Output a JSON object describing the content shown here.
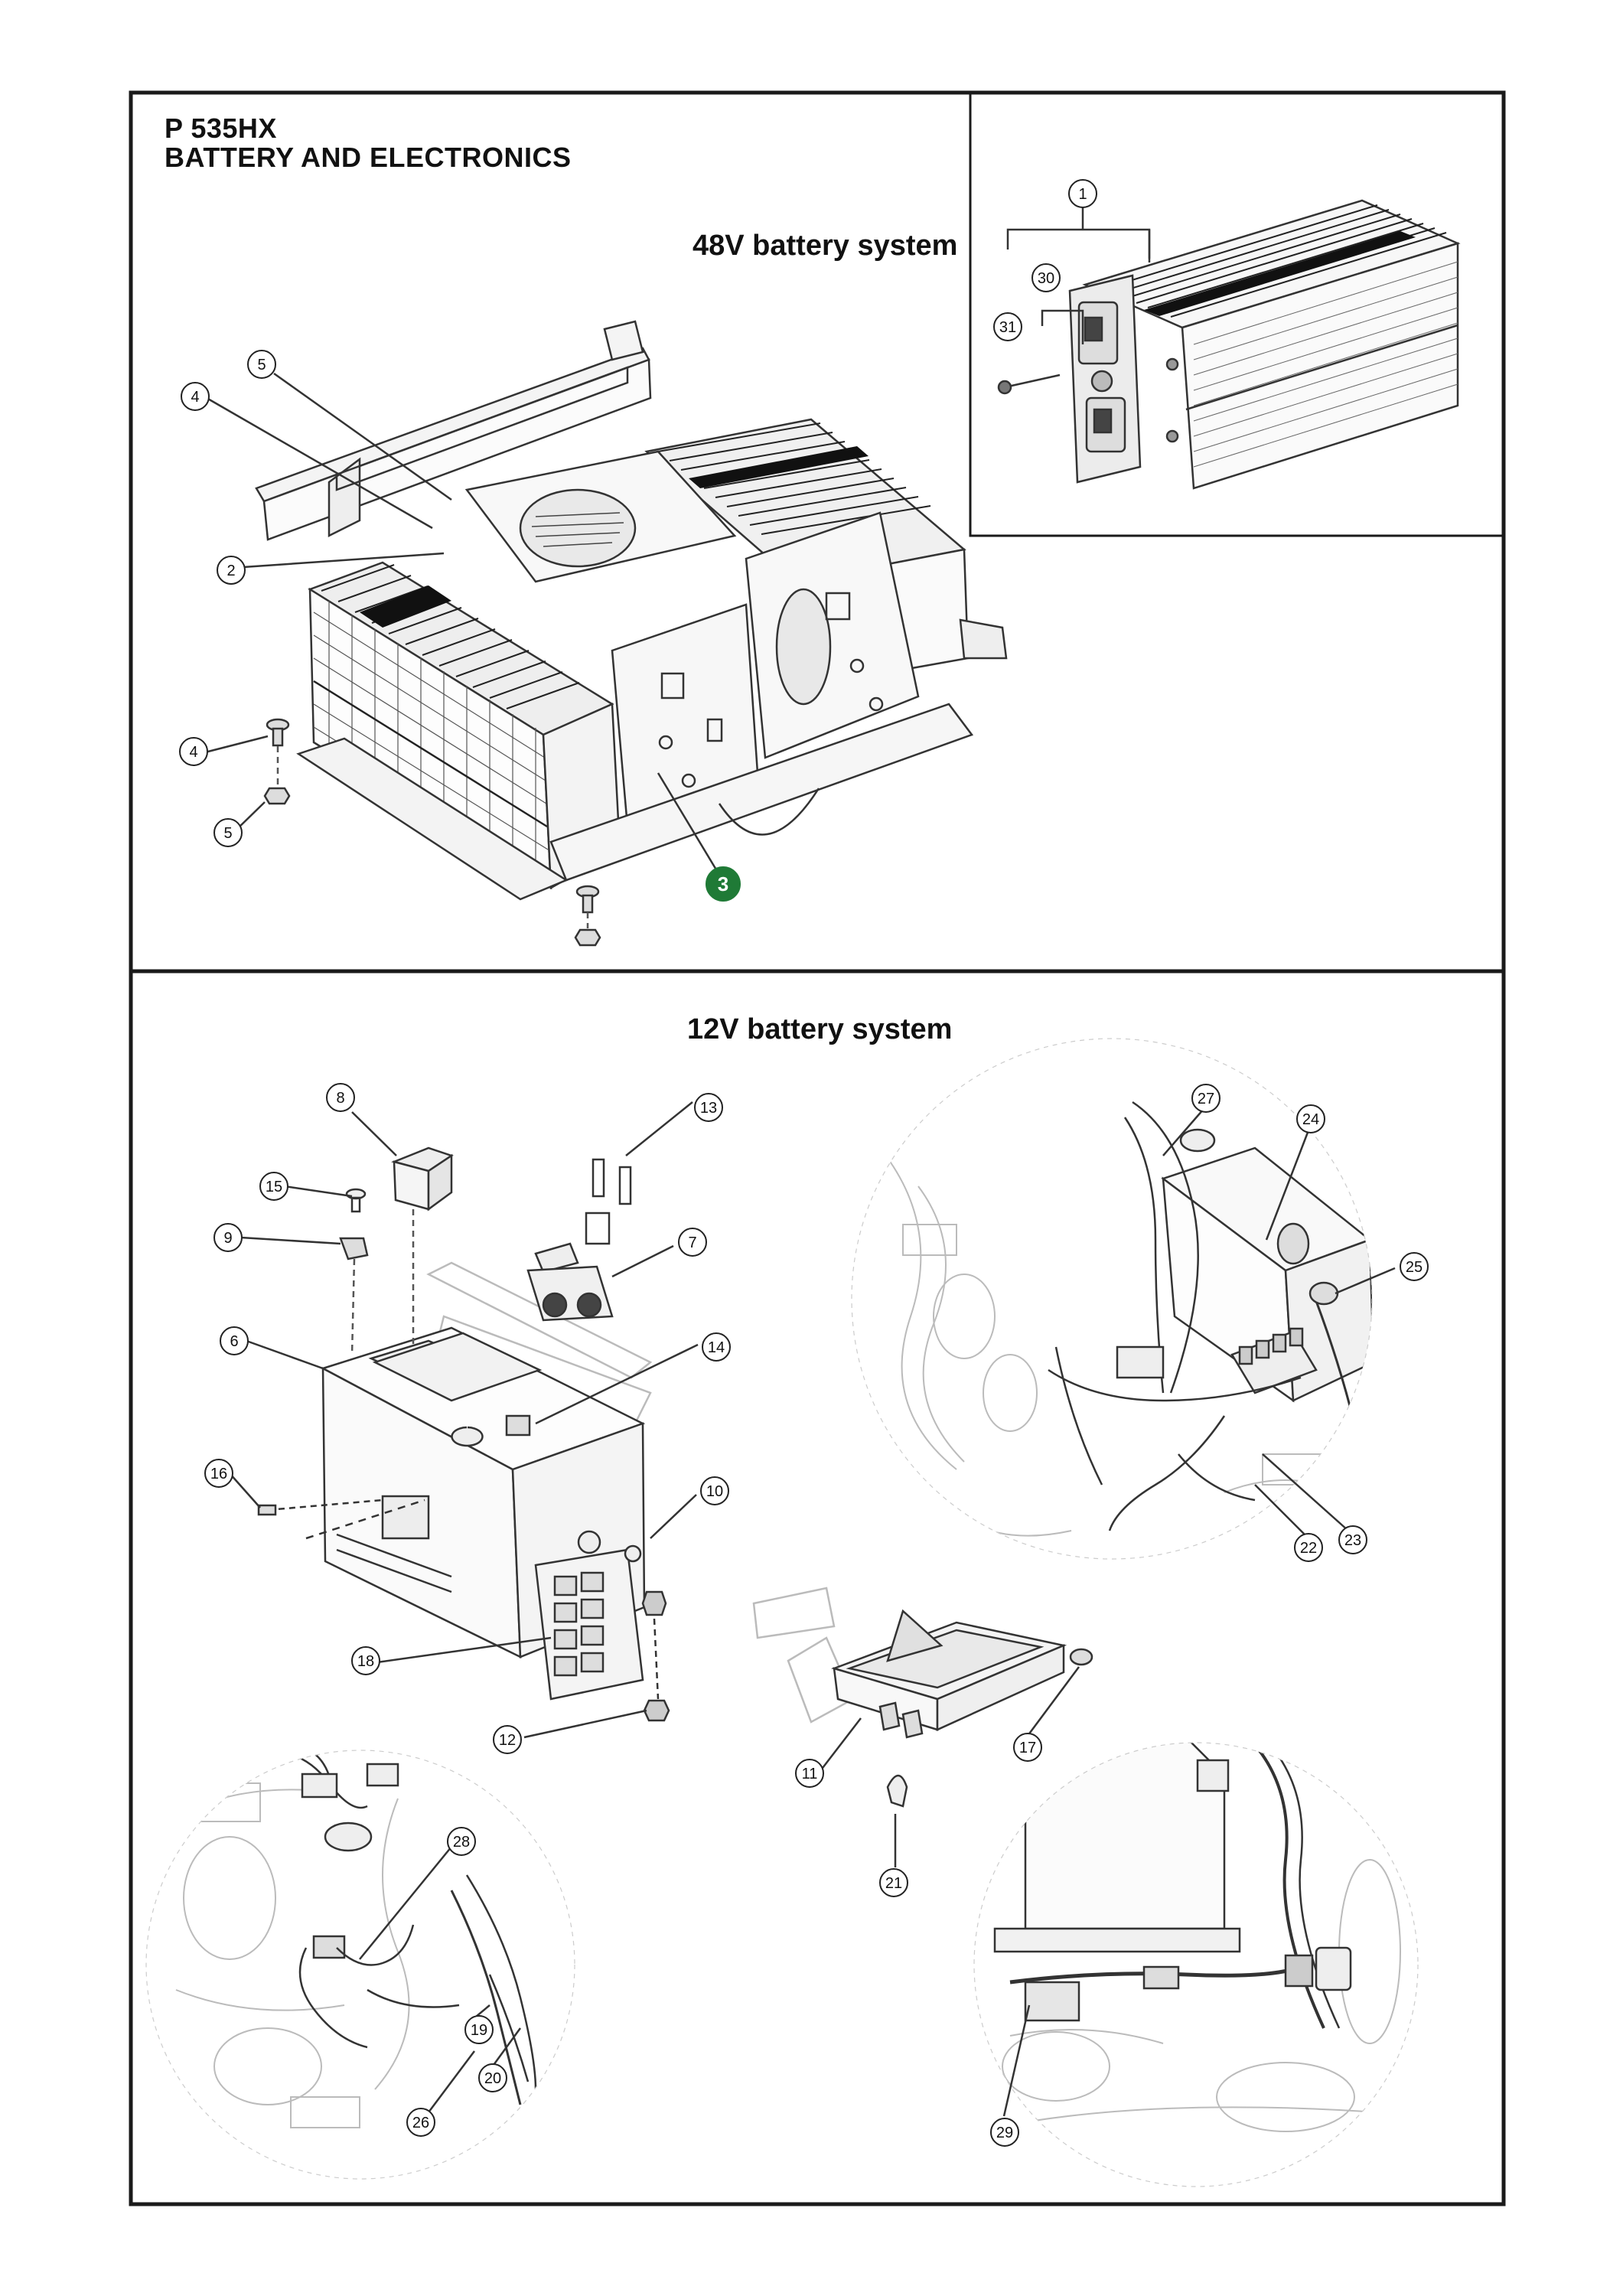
{
  "header": {
    "model": "P 535HX",
    "title": "BATTERY AND ELECTRONICS"
  },
  "sections": {
    "battery48": {
      "title": "48V battery system"
    },
    "battery12": {
      "title": "12V battery system"
    }
  },
  "colors": {
    "frame": "#1a1a1a",
    "linework": "#333333",
    "ghost": "#bdbdbd",
    "highlight_callout": "#1f7a36"
  },
  "callouts": [
    {
      "id": "c1",
      "label": "1"
    },
    {
      "id": "c30",
      "label": "30"
    },
    {
      "id": "c31",
      "label": "31"
    },
    {
      "id": "c5a",
      "label": "5"
    },
    {
      "id": "c4a",
      "label": "4"
    },
    {
      "id": "c2",
      "label": "2"
    },
    {
      "id": "c4b",
      "label": "4"
    },
    {
      "id": "c5b",
      "label": "5"
    },
    {
      "id": "c3",
      "label": "3",
      "highlight": true
    },
    {
      "id": "c8",
      "label": "8"
    },
    {
      "id": "c13",
      "label": "13"
    },
    {
      "id": "c15",
      "label": "15"
    },
    {
      "id": "c9",
      "label": "9"
    },
    {
      "id": "c7",
      "label": "7"
    },
    {
      "id": "c6",
      "label": "6"
    },
    {
      "id": "c14",
      "label": "14"
    },
    {
      "id": "c16",
      "label": "16"
    },
    {
      "id": "c10",
      "label": "10"
    },
    {
      "id": "c18",
      "label": "18"
    },
    {
      "id": "c12",
      "label": "12"
    },
    {
      "id": "c11",
      "label": "11"
    },
    {
      "id": "c17",
      "label": "17"
    },
    {
      "id": "c21",
      "label": "21"
    },
    {
      "id": "c27",
      "label": "27"
    },
    {
      "id": "c24",
      "label": "24"
    },
    {
      "id": "c25",
      "label": "25"
    },
    {
      "id": "c22",
      "label": "22"
    },
    {
      "id": "c23",
      "label": "23"
    },
    {
      "id": "c28",
      "label": "28"
    },
    {
      "id": "c19",
      "label": "19"
    },
    {
      "id": "c20",
      "label": "20"
    },
    {
      "id": "c26",
      "label": "26"
    },
    {
      "id": "c29",
      "label": "29"
    }
  ]
}
